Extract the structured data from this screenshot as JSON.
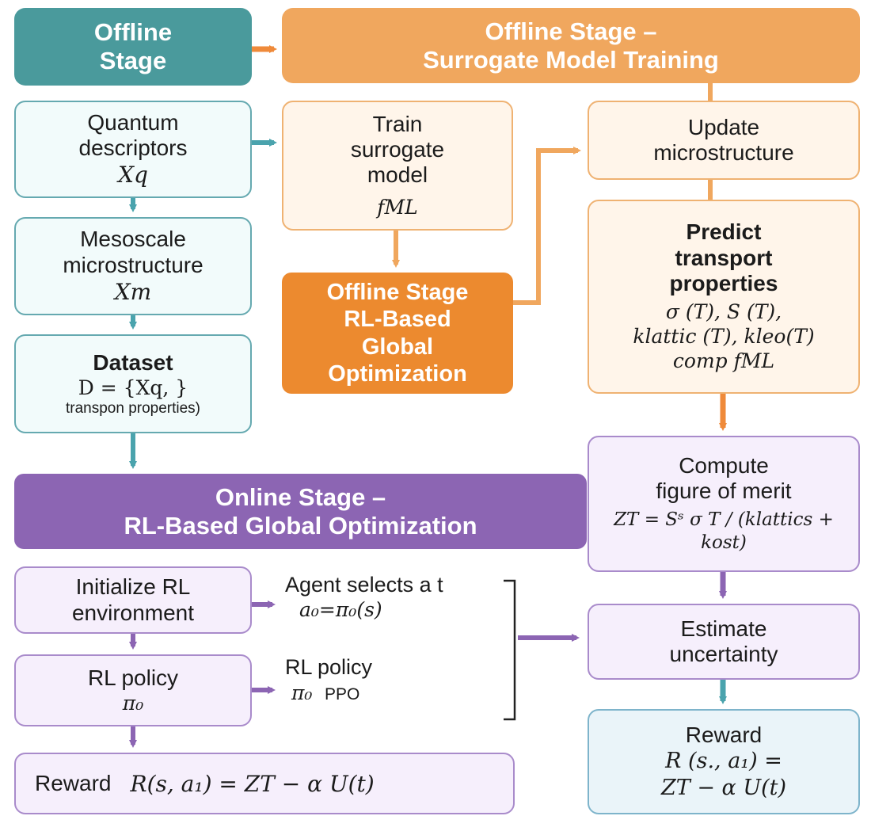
{
  "colors": {
    "teal": "#4a9a9c",
    "orange": "#f0a75e",
    "dark_orange": "#ec8a2f",
    "purple": "#8c65b3"
  },
  "offline_stage": {
    "line1": "Offline",
    "line2": "Stage"
  },
  "surrogate_header": {
    "line1": "Offline Stage –",
    "line2": "Surrogate Model Training"
  },
  "quantum": {
    "line1": "Quantum",
    "line2": "descriptors",
    "symbol": "Xq"
  },
  "mesoscale": {
    "line1": "Mesoscale",
    "line2": "microstructure",
    "symbol": "Xm"
  },
  "dataset": {
    "title": "Dataset",
    "formula": "D = {Xq, }",
    "sub": "transpon properties)"
  },
  "train": {
    "line1": "Train",
    "line2": "surrogate",
    "line3": "model",
    "symbol": "fML"
  },
  "rl_offline": {
    "line1": "Offline Stage",
    "line2": "RL-Based",
    "line3": "Global",
    "line4": "Optimization"
  },
  "update": {
    "line1": "Update",
    "line2": "microstructure"
  },
  "predict": {
    "line1": "Predict",
    "line2": "transport",
    "line3": "properties",
    "formula1": "σ (T), S (T),",
    "formula2": "klattic (T), kleo(T)",
    "formula3": "comp fML"
  },
  "online_header": {
    "line1": "Online Stage –",
    "line2": "RL-Based Global Optimization"
  },
  "compute": {
    "line1": "Compute",
    "line2": "figure of merit",
    "formula": "ZT = Sˢ σ T / (klattics + kost)"
  },
  "init_rl": {
    "line1": "Initialize RL",
    "line2": "environment"
  },
  "agent": {
    "line1": "Agent selects a t",
    "line2": "a₀=π₀(s)"
  },
  "rl_policy_box": {
    "line1": "RL policy",
    "symbol": "π₀"
  },
  "rl_policy_text": {
    "line1": "RL policy",
    "symbol": "π₀",
    "ppo": "PPO"
  },
  "estimate": {
    "line1": "Estimate",
    "line2": "uncertainty"
  },
  "reward_bottom": {
    "label": "Reward",
    "formula": "R(s, a₁) = ZT − α U(t)"
  },
  "reward_right": {
    "title": "Reward",
    "formula1": "R (s., a₁) =",
    "formula2": "ZT − α U(t)"
  }
}
